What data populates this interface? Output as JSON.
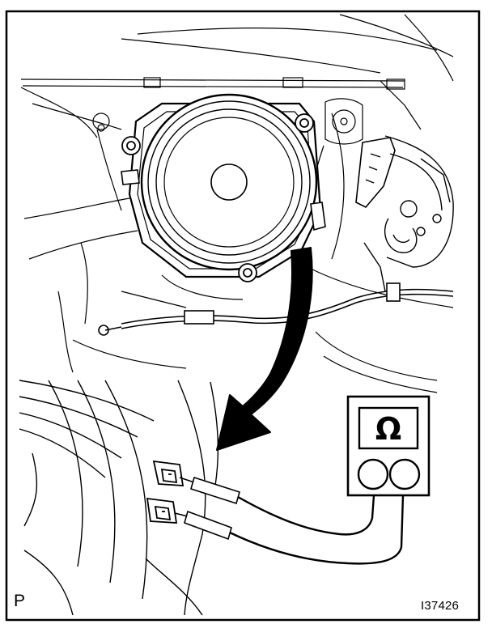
{
  "figure": {
    "corner_left_label": "P",
    "figure_id": "I37426",
    "meter": {
      "symbol": "Ω",
      "symbol_icon": "ohm-icon",
      "terminal_icon": "probe-jack-icon"
    },
    "colors": {
      "ink": "#000000",
      "paper": "#ffffff"
    }
  }
}
